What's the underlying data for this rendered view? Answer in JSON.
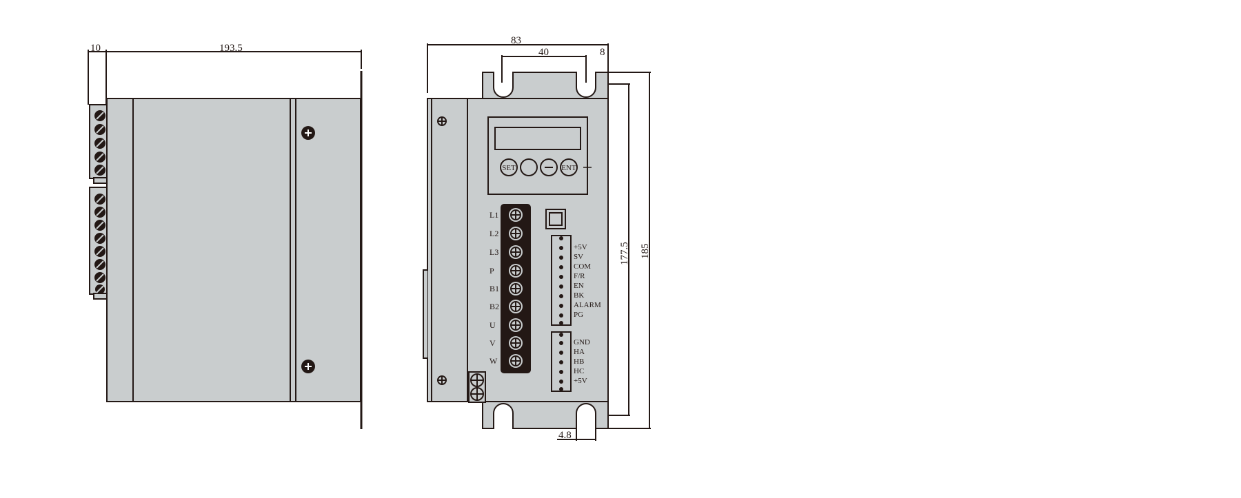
{
  "drawing": {
    "colors": {
      "body": "#c9cdce",
      "line": "#231815",
      "background": "#ffffff"
    },
    "side_view": {
      "dimensions": {
        "terminal_depth": "10",
        "body_length": "193.5"
      }
    },
    "front_view": {
      "dimensions": {
        "width": "83",
        "slot_spacing": "40",
        "slot_offset": "8",
        "height_inner": "177.5",
        "height_outer": "185",
        "slot_width": "4.8"
      },
      "keypad": {
        "buttons": [
          "SET",
          "",
          "—",
          "ENT"
        ]
      },
      "power_terminals": [
        "L1",
        "L2",
        "L3",
        "P",
        "B1",
        "B2",
        "U",
        "V",
        "W"
      ],
      "control_connector": [
        "+5V",
        "SV",
        "COM",
        "F/R",
        "EN",
        "BK",
        "ALARM",
        "PG"
      ],
      "hall_connector": [
        "GND",
        "HA",
        "HB",
        "HC",
        "+5V"
      ]
    }
  }
}
